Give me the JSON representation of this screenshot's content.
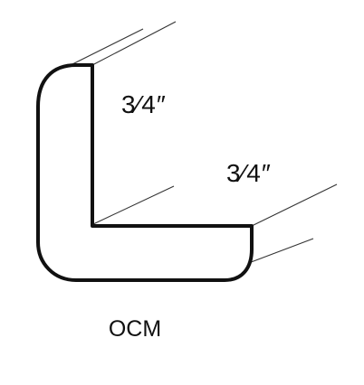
{
  "diagram": {
    "dimension_vertical": "3⁄4″",
    "dimension_horizontal": "3⁄4″",
    "profile_name": "OCM"
  },
  "colors": {
    "stroke": "#111111",
    "background": "#ffffff"
  }
}
